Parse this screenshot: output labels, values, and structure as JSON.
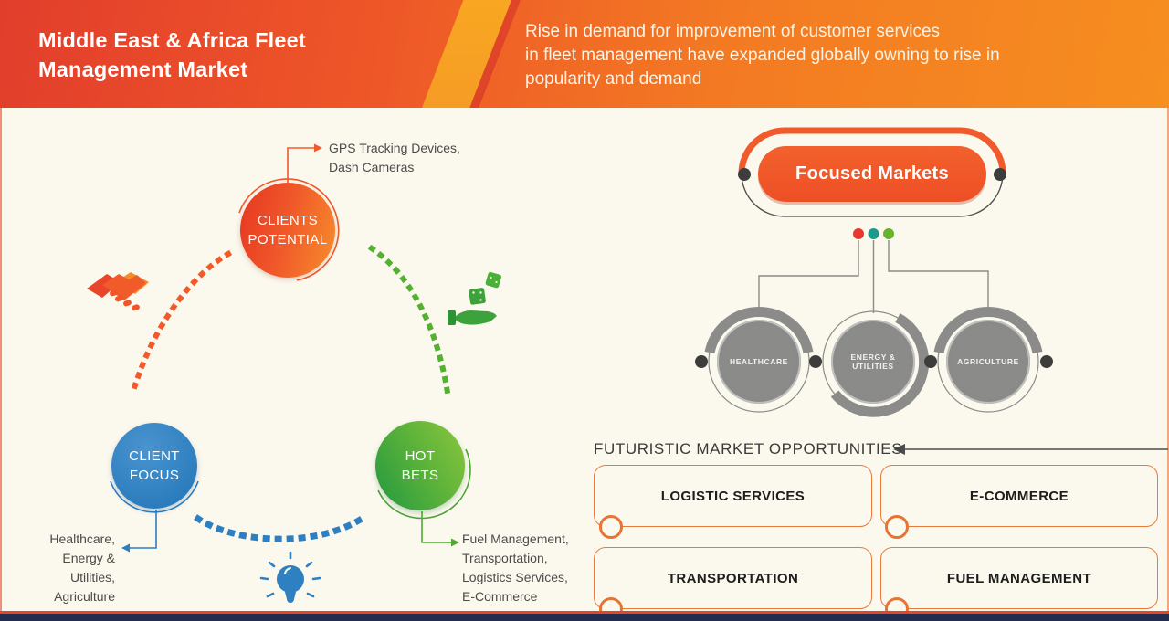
{
  "header": {
    "title_line1": "Middle East & Africa Fleet",
    "title_line2": "Management Market",
    "subtitle_line1": "Rise in demand for improvement of customer services",
    "subtitle_line2": "in fleet management have expanded globally owning to rise in",
    "subtitle_line3": "popularity and demand"
  },
  "cycle": {
    "clients_potential": {
      "line1": "CLIENTS",
      "line2": "POTENTIAL"
    },
    "client_focus": {
      "line1": "CLIENT",
      "line2": "FOCUS"
    },
    "hot_bets": {
      "line1": "HOT",
      "line2": "BETS"
    },
    "gps_note": [
      "GPS Tracking Devices,",
      "Dash Cameras"
    ],
    "focus_note": [
      "Healthcare,",
      "Energy &",
      "Utilities,",
      "Agriculture"
    ],
    "bets_note": [
      "Fuel Management,",
      "Transportation,",
      "Logistics Services,",
      "E-Commerce"
    ]
  },
  "focused": {
    "label": "Focused Markets",
    "segments": [
      "HEALTHCARE",
      "ENERGY & UTILITIES",
      "AGRICULTURE"
    ],
    "legend_dot_colors": [
      "#e8392e",
      "#1a9a8e",
      "#67b32e"
    ]
  },
  "opportunities": {
    "heading": "FUTURISTIC MARKET OPPORTUNITIES",
    "items": [
      "LOGISTIC SERVICES",
      "E-COMMERCE",
      "TRANSPORTATION",
      "FUEL MANAGEMENT"
    ]
  },
  "colors": {
    "accent_orange": "#f15a29",
    "blue": "#2e7fc0",
    "green": "#5bb431",
    "gray_circle": "#8b8b89",
    "navy_bar": "#222c4e",
    "header_left": "#e23e2c",
    "header_right": "#f68e20",
    "background": "#fbf8ee"
  }
}
